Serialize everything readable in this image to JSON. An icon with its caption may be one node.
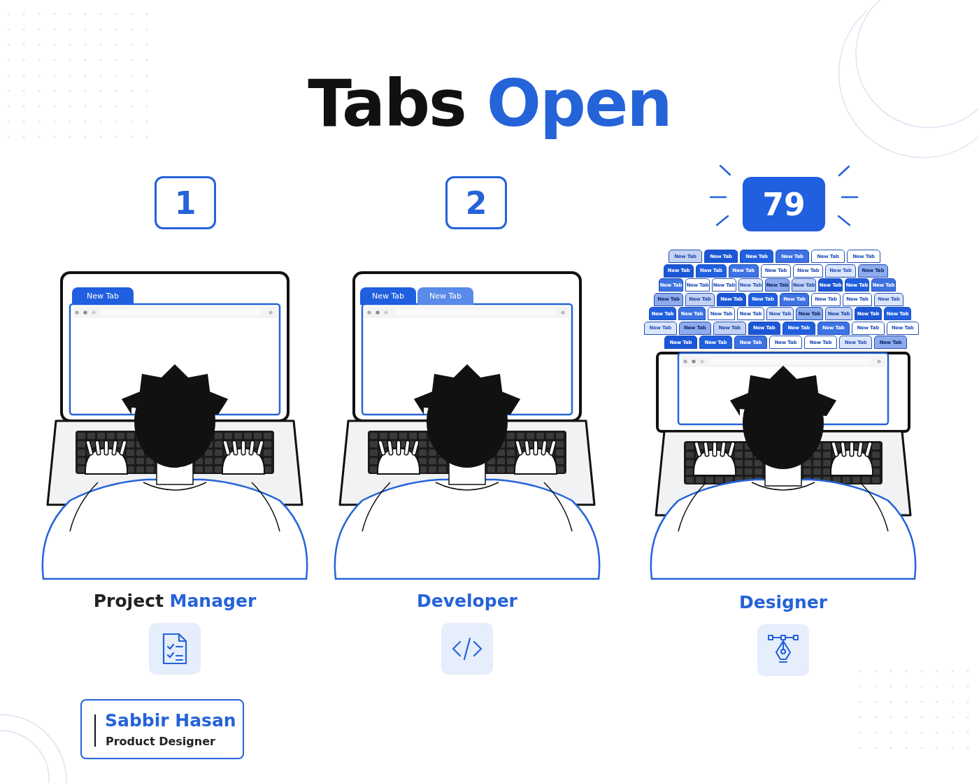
{
  "diagram": {
    "title": "Tabs Open",
    "nodes": [
      {
        "text": [
          "1"
        ]
      },
      {
        "text": [
          "2"
        ]
      },
      {
        "text": [
          "79"
        ]
      },
      {
        "text": [
          "New Tab"
        ]
      },
      {
        "text": [
          "New Tab"
        ]
      },
      {
        "text": [
          "New Tab"
        ]
      },
      {
        "text": [
          "New Tab"
        ]
      },
      {
        "text": [
          "New Tab"
        ]
      },
      {
        "text": [
          "New Tab"
        ]
      },
      {
        "text": [
          "New Tab"
        ]
      },
      {
        "text": [
          "New Tab"
        ]
      },
      {
        "text": [
          "New Tab"
        ]
      },
      {
        "text": [
          "New Tab"
        ]
      },
      {
        "text": [
          "New Tab"
        ]
      },
      {
        "text": [
          "New Tab"
        ]
      },
      {
        "text": [
          "New Tab"
        ]
      },
      {
        "text": [
          "New Tab"
        ]
      },
      {
        "text": [
          "New Tab"
        ]
      },
      {
        "text": [
          "New Tab"
        ]
      },
      {
        "text": [
          "New Tab"
        ]
      },
      {
        "text": [
          "New Tab"
        ]
      },
      {
        "text": [
          "New Tab"
        ]
      },
      {
        "text": [
          "New Tab"
        ]
      },
      {
        "text": [
          "New Tab"
        ]
      },
      {
        "text": [
          "New Tab"
        ]
      },
      {
        "text": [
          "New Tab"
        ]
      },
      {
        "text": [
          "New Tab"
        ]
      },
      {
        "text": [
          "New Tab"
        ]
      },
      {
        "text": [
          "New Tab"
        ]
      },
      {
        "text": [
          "New Tab"
        ]
      },
      {
        "text": [
          "New Tab"
        ]
      },
      {
        "text": [
          "New Tab"
        ]
      },
      {
        "text": [
          "New Tab"
        ]
      },
      {
        "text": [
          "New Tab"
        ]
      },
      {
        "text": [
          "New Tab"
        ]
      },
      {
        "text": [
          "New Tab"
        ]
      },
      {
        "text": [
          "New Tab"
        ]
      },
      {
        "text": [
          "New Tab"
        ]
      },
      {
        "text": [
          "New Tab"
        ]
      },
      {
        "text": [
          "New Tab"
        ]
      },
      {
        "text": [
          "New Tab"
        ]
      },
      {
        "text": [
          "New Tab"
        ]
      },
      {
        "text": [
          "New Tab"
        ]
      },
      {
        "text": [
          "New Tab"
        ]
      },
      {
        "text": [
          "New Tab"
        ]
      },
      {
        "text": [
          "New Tab"
        ]
      },
      {
        "text": [
          "New Tab"
        ]
      },
      {
        "text": [
          "New Tab"
        ]
      },
      {
        "text": [
          "New Tab"
        ]
      },
      {
        "text": [
          "New Tab"
        ]
      },
      {
        "text": [
          "New Tab"
        ]
      },
      {
        "text": [
          "New Tab"
        ]
      },
      {
        "text": [
          "New Tab"
        ]
      },
      {
        "text": [
          "New Tab"
        ]
      },
      {
        "text": [
          "New Tab"
        ]
      },
      {
        "text": [
          "New Tab"
        ]
      },
      {
        "text": [
          "New Tab"
        ]
      },
      {
        "text": [
          "New Tab"
        ]
      },
      {
        "text": [
          "New Tab"
        ]
      },
      {
        "text": [
          "New Tab"
        ]
      },
      {
        "text": [
          "Sabbir Hasan",
          "Product Designer"
        ]
      }
    ],
    "labels": [
      "Project Manager",
      "Developer",
      "Designer"
    ]
  }
}
